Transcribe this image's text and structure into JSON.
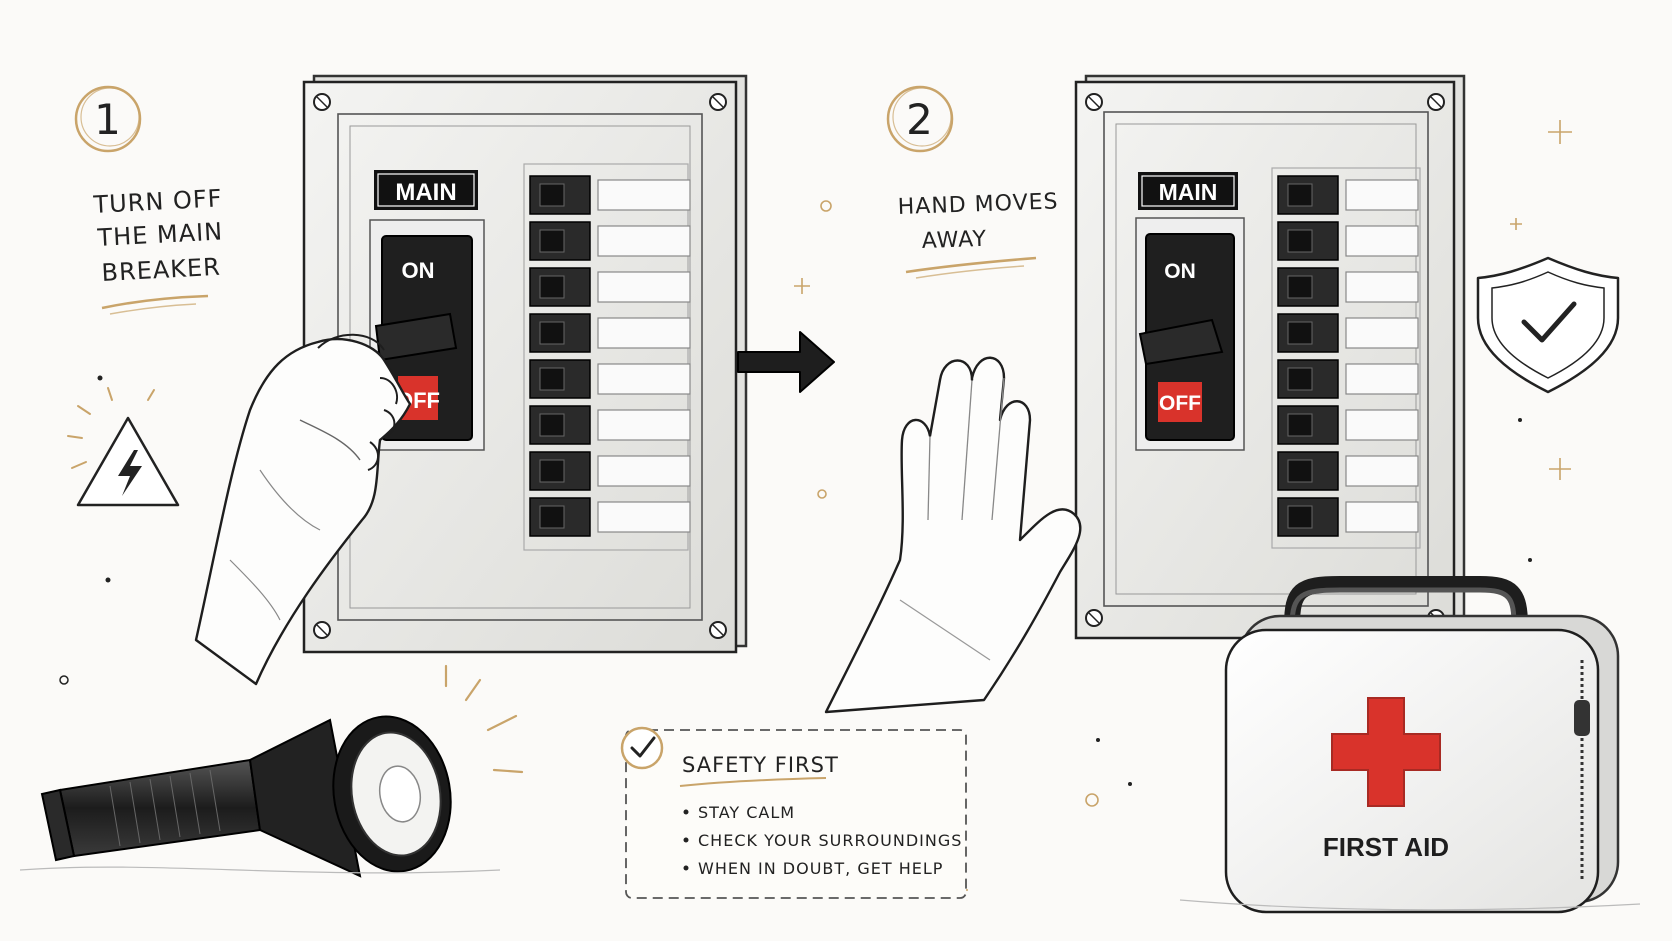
{
  "steps": [
    {
      "number": "1",
      "caption_lines": [
        "TURN OFF",
        "THE MAIN",
        "BREAKER"
      ]
    },
    {
      "number": "2",
      "caption_lines": [
        "HAND MOVES",
        "AWAY"
      ]
    }
  ],
  "panel": {
    "main_label": "MAIN",
    "on_label": "ON",
    "off_label": "OFF"
  },
  "safety_card": {
    "title": "SAFETY FIRST",
    "items": [
      "STAY CALM",
      "CHECK YOUR SURROUNDINGS",
      "WHEN IN DOUBT, GET HELP"
    ]
  },
  "first_aid": {
    "label": "FIRST AID"
  },
  "colors": {
    "accent_gold": "#c9a46a",
    "ink": "#1e1e1e",
    "danger_red": "#d9332b",
    "panel_gray": "#ececea"
  },
  "icons": [
    "warning-bolt-icon",
    "shield-check-icon",
    "arrow-right-icon",
    "checkmark-icon",
    "flashlight-icon",
    "first-aid-kit-icon"
  ]
}
